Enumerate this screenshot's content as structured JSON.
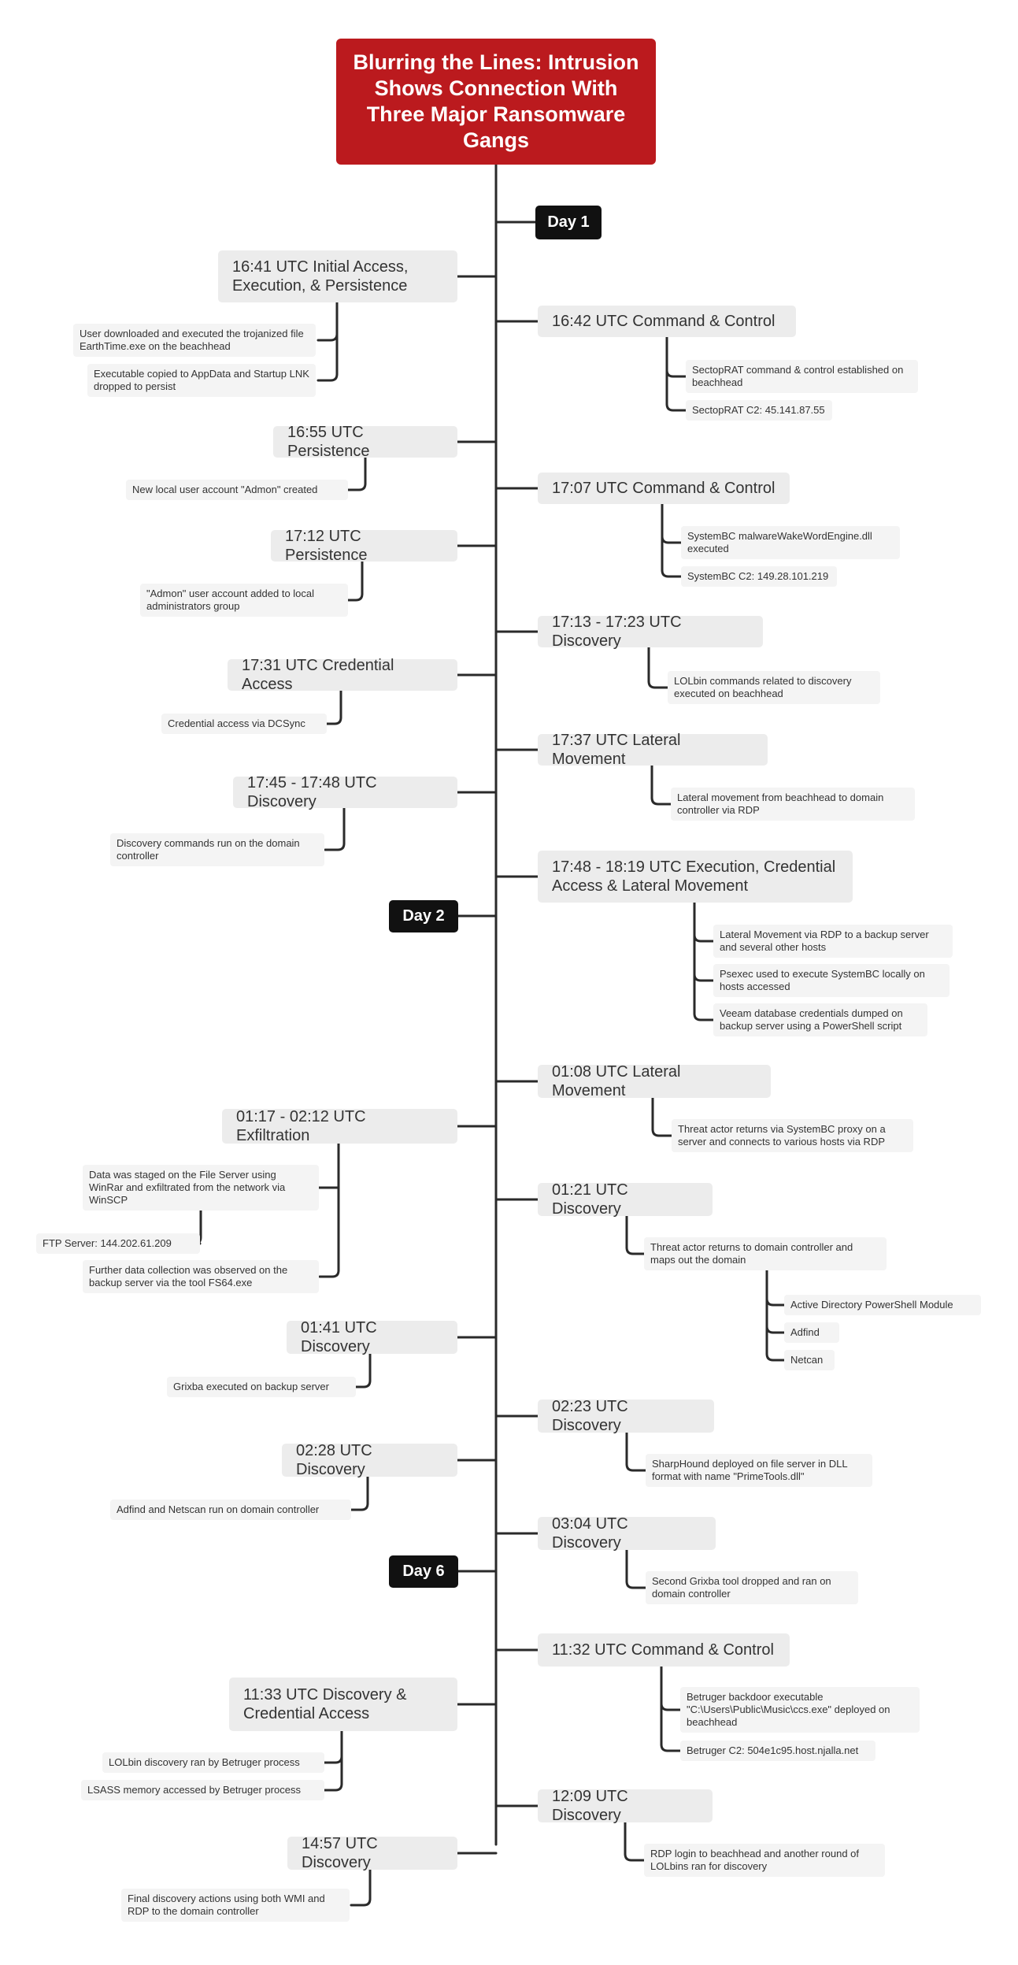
{
  "title": "Blurring the Lines: Intrusion Shows Connection With Three Major Ransomware Gangs",
  "days": [
    "Day 1",
    "Day 2",
    "Day 6"
  ],
  "left": [
    {
      "event": "16:41 UTC Initial Access, Execution, & Persistence",
      "notes": [
        "User downloaded and executed the trojanized file EarthTime.exe on the beachhead",
        "Executable copied to AppData and Startup LNK dropped to persist"
      ]
    },
    {
      "event": "16:55 UTC Persistence",
      "notes": [
        "New local user account \"Admon\" created"
      ]
    },
    {
      "event": "17:12 UTC Persistence",
      "notes": [
        "\"Admon\" user account added to local administrators group"
      ]
    },
    {
      "event": "17:31 UTC Credential Access",
      "notes": [
        "Credential access via DCSync"
      ]
    },
    {
      "event": "17:45 - 17:48 UTC Discovery",
      "notes": [
        "Discovery commands run on the domain controller"
      ]
    },
    {
      "event": "01:17 - 02:12 UTC Exfiltration",
      "notes": [
        "Data was staged on the File Server using WinRar and exfiltrated from the network via WinSCP",
        "FTP Server:  144.202.61.209",
        "Further data collection was observed on the backup server via the tool FS64.exe"
      ]
    },
    {
      "event": "01:41 UTC Discovery",
      "notes": [
        "Grixba executed on backup server"
      ]
    },
    {
      "event": "02:28 UTC Discovery",
      "notes": [
        "Adfind and Netscan run on domain controller"
      ]
    },
    {
      "event": "11:33 UTC Discovery & Credential Access",
      "notes": [
        "LOLbin discovery ran by Betruger process",
        "LSASS memory accessed by Betruger process"
      ]
    },
    {
      "event": "14:57 UTC Discovery",
      "notes": [
        "Final discovery actions using both WMI and RDP to the domain controller"
      ]
    }
  ],
  "right": [
    {
      "event": "16:42 UTC  Command & Control",
      "notes": [
        "SectopRAT command & control established on beachhead",
        "SectopRAT C2: 45.141.87.55"
      ]
    },
    {
      "event": "17:07 UTC Command & Control",
      "notes": [
        "SystemBC malwareWakeWordEngine.dll executed",
        "SystemBC C2: 149.28.101.219"
      ]
    },
    {
      "event": "17:13 - 17:23 UTC Discovery",
      "notes": [
        "LOLbin commands related to discovery executed on beachhead"
      ]
    },
    {
      "event": "17:37 UTC Lateral Movement",
      "notes": [
        "Lateral movement from beachhead to domain controller via RDP"
      ]
    },
    {
      "event": "17:48 - 18:19 UTC Execution, Credential Access & Lateral Movement",
      "notes": [
        "Lateral Movement via RDP to a backup server and several other hosts",
        "Psexec used to execute SystemBC locally on hosts accessed",
        "Veeam database credentials dumped on backup server using a PowerShell script"
      ]
    },
    {
      "event": "01:08 UTC Lateral Movement",
      "notes": [
        "Threat actor returns via SystemBC proxy on a server and connects to various hosts via RDP"
      ]
    },
    {
      "event": "01:21 UTC Discovery",
      "notes": [
        "Threat actor returns to domain controller and maps out the domain"
      ],
      "subnotes": [
        "Active Directory PowerShell Module",
        "Adfind",
        "Netcan"
      ]
    },
    {
      "event": "02:23 UTC Discovery",
      "notes": [
        "SharpHound deployed on file server in DLL format with name \"PrimeTools.dll\""
      ]
    },
    {
      "event": "03:04 UTC Discovery",
      "notes": [
        "Second Grixba tool dropped and ran on domain controller"
      ]
    },
    {
      "event": "11:32 UTC Command & Control",
      "notes": [
        "Betruger backdoor executable \"C:\\Users\\Public\\Music\\ccs.exe\" deployed on beachhead",
        "Betruger C2: 504e1c95.host.njalla.net"
      ]
    },
    {
      "event": "12:09 UTC Discovery",
      "notes": [
        "RDP login to beachhead and another round of LOLbins ran for discovery"
      ]
    }
  ],
  "colors": {
    "title_bg": "#bb1a1e",
    "day_bg": "#111111",
    "event_bg": "#ececec",
    "note_bg": "#f4f4f4",
    "line": "#2a2a2a"
  }
}
